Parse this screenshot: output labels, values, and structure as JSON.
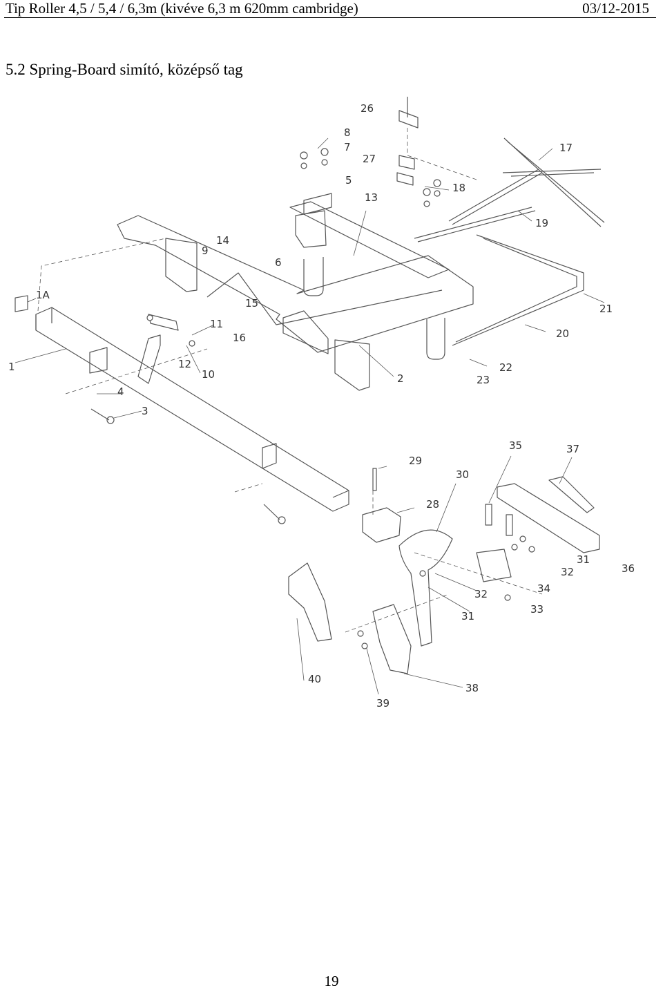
{
  "header": {
    "title": "Tip Roller 4,5 / 5,4 / 6,3m (kivéve 6,3 m 620mm cambridge)",
    "date": "03/12-2015"
  },
  "section": {
    "heading": "5.2 Spring-Board simító, középső tag"
  },
  "diagram": {
    "part_labels": [
      "26",
      "8",
      "7",
      "17",
      "27",
      "5",
      "13",
      "18",
      "19",
      "14",
      "9",
      "6",
      "1A",
      "15",
      "21",
      "11",
      "16",
      "20",
      "1",
      "12",
      "10",
      "2",
      "22",
      "23",
      "4",
      "3",
      "35",
      "37",
      "29",
      "30",
      "28",
      "31",
      "32",
      "36",
      "34",
      "32",
      "33",
      "31",
      "40",
      "38",
      "39"
    ]
  },
  "footer": {
    "page_number": "19"
  }
}
